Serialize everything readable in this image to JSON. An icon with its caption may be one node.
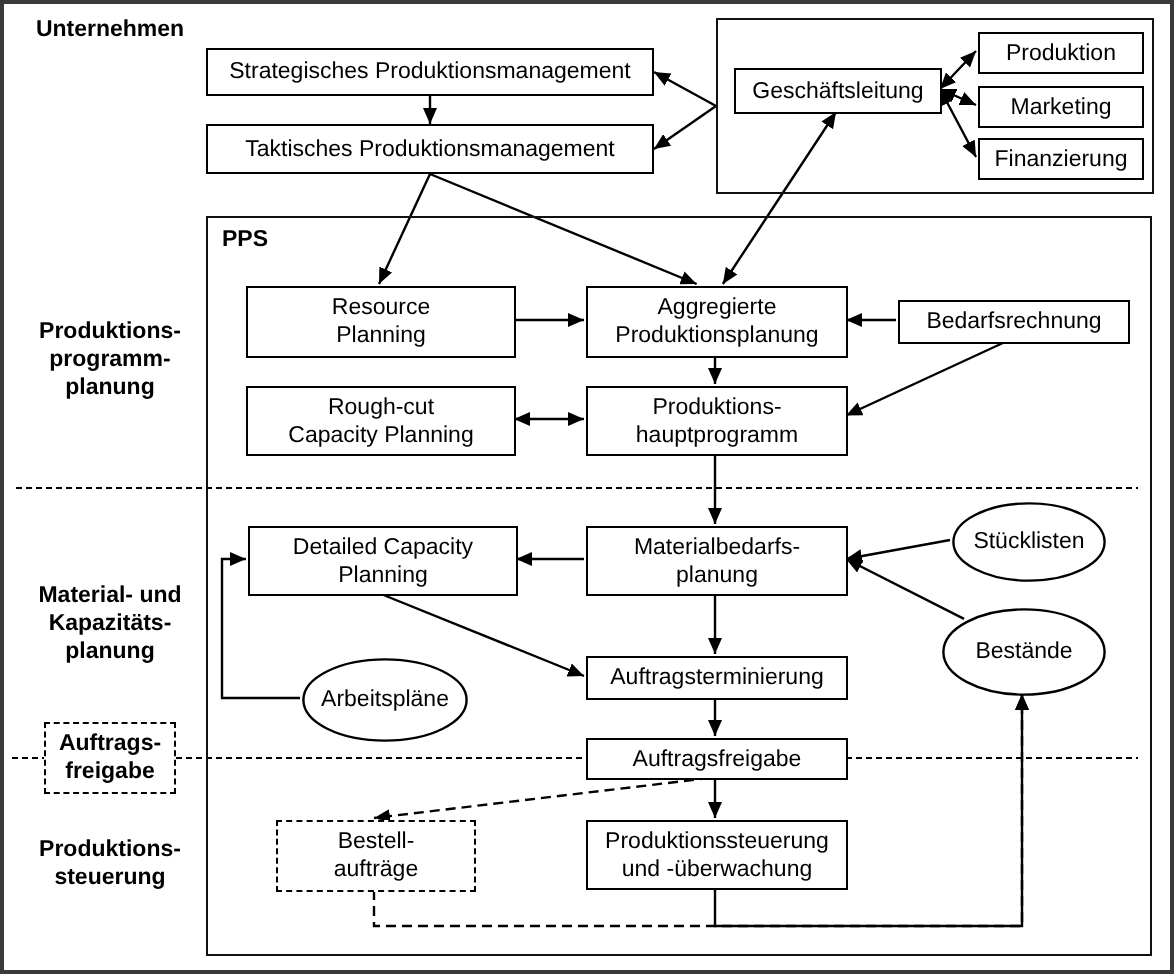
{
  "diagram": {
    "nodes": [
      {
        "text": [
          "Strategisches Produktionsmanagement"
        ]
      },
      {
        "text": [
          "Taktisches Produktionsmanagement"
        ]
      },
      {
        "text": [],
        "shape": "box"
      },
      {
        "text": [
          "Geschäftsleitung"
        ],
        "in": 2
      },
      {
        "text": [
          "Produktion"
        ],
        "in": 2
      },
      {
        "text": [
          "Marketing"
        ],
        "in": 2
      },
      {
        "text": [
          "Finanzierung"
        ],
        "in": 2
      },
      {
        "text": [
          "PPS"
        ]
      },
      {
        "text": [
          "Resource Planning"
        ],
        "in": 7
      },
      {
        "text": [
          "Aggregierte Produktionsplanung"
        ],
        "in": 7
      },
      {
        "text": [
          "Bedarfsrechnung"
        ],
        "in": 7
      },
      {
        "text": [
          "Rough-cut Capacity Planning"
        ],
        "in": 7
      },
      {
        "text": [
          "Produktions- hauptprogramm"
        ],
        "in": 7
      },
      {
        "text": [
          "Detailed Capacity Planning"
        ],
        "in": 7
      },
      {
        "text": [
          "Materialbedarfs- planung"
        ],
        "in": 7
      },
      {
        "text": [
          "Stücklisten"
        ],
        "in": 7
      },
      {
        "text": [
          "Arbeitspläne"
        ],
        "in": 7
      },
      {
        "text": [
          "Bestände"
        ],
        "in": 7
      },
      {
        "text": [
          "Auftragsterminierung"
        ],
        "in": 7
      },
      {
        "text": [
          "Auftrags- freigabe"
        ]
      },
      {
        "text": [
          "Auftragsfreigabe"
        ],
        "in": 7
      },
      {
        "text": [
          "Bestell- aufträge"
        ],
        "in": 7
      },
      {
        "text": [
          "Produktionssteuerung und -überwachung"
        ],
        "in": 7
      }
    ],
    "edges": [
      {
        "from": 0,
        "to": 1,
        "arrow": "to"
      },
      {
        "from": 2,
        "to": 0,
        "arrow": "to"
      },
      {
        "from": 2,
        "to": 1,
        "arrow": "to"
      },
      {
        "from": 3,
        "to": 4,
        "arrow": "both"
      },
      {
        "from": 3,
        "to": 5,
        "arrow": "both"
      },
      {
        "from": 3,
        "to": 6,
        "arrow": "both"
      },
      {
        "from": 1,
        "to": 8,
        "arrow": "to"
      },
      {
        "from": 1,
        "to": 9,
        "arrow": "to"
      },
      {
        "from": 3,
        "to": 9,
        "arrow": "both"
      },
      {
        "from": 8,
        "to": 9,
        "arrow": "to"
      },
      {
        "from": 10,
        "to": 9,
        "arrow": "to"
      },
      {
        "from": 9,
        "to": 12,
        "arrow": "to"
      },
      {
        "from": 11,
        "to": 12,
        "arrow": "both"
      },
      {
        "from": 10,
        "to": 12,
        "arrow": "to"
      },
      {
        "from": 12,
        "to": 14,
        "arrow": "to"
      },
      {
        "from": 14,
        "to": 13,
        "arrow": "to"
      },
      {
        "from": 16,
        "to": 13,
        "arrow": "to"
      },
      {
        "from": 13,
        "to": 18,
        "arrow": "to"
      },
      {
        "from": 15,
        "to": 14,
        "arrow": "to"
      },
      {
        "from": 17,
        "to": 14,
        "arrow": "to"
      },
      {
        "from": 14,
        "to": 18,
        "arrow": "to"
      },
      {
        "from": 18,
        "to": 20,
        "arrow": "to"
      },
      {
        "from": 20,
        "to": 22,
        "arrow": "to"
      },
      {
        "from": 20,
        "to": 21,
        "arrow": "to",
        "style": "dashed"
      },
      {
        "from": 22,
        "to": 17,
        "arrow": "to"
      },
      {
        "from": 21,
        "to": 17,
        "arrow": "to",
        "style": "dashed"
      }
    ],
    "labels": [
      "Unternehmen",
      "Produktions- programm- planung",
      "Material- und Kapazitäts- planung",
      "Produktions- steuerung"
    ]
  }
}
